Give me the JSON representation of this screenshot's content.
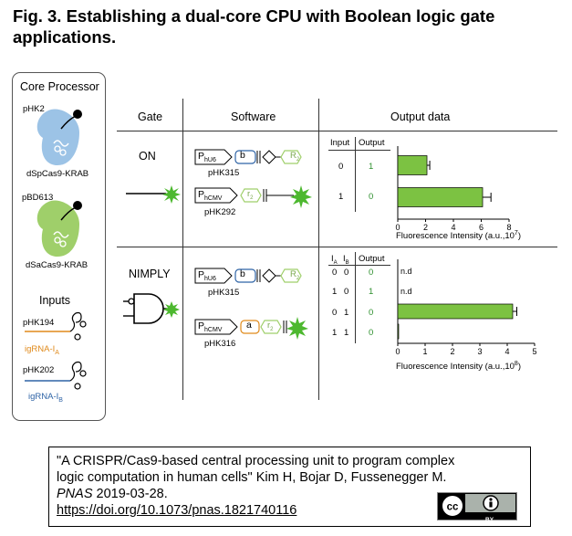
{
  "figure": {
    "title": "Fig. 3. Establishing a dual-core CPU with Boolean logic gate applications."
  },
  "core_processor": {
    "heading": "Core Processor",
    "plasmid_1": "pHK2",
    "protein_1": "dSpCas9-KRAB",
    "plasmid_2": "pBD613",
    "protein_2": "dSaCas9-KRAB",
    "inputs_heading": "Inputs",
    "input_1_plasmid": "pHK194",
    "input_1_label": "igRNA-I",
    "input_1_sub": "A",
    "input_2_plasmid": "pHK202",
    "input_2_label": "igRNA-I",
    "input_2_sub": "B"
  },
  "headers": {
    "gate": "Gate",
    "software": "Software",
    "output": "Output data"
  },
  "on_section": {
    "gate_label": "ON",
    "construct_1": {
      "promoter": "P",
      "promoter_sub": "hU6",
      "box": "b",
      "end": "R",
      "end_sub": "2",
      "plasmid": "pHK315"
    },
    "construct_2": {
      "promoter": "P",
      "promoter_sub": "hCMV",
      "box": "r",
      "box_sub": "2",
      "plasmid": "pHK292"
    },
    "table_headers": [
      "Input",
      "Output"
    ],
    "rows": [
      {
        "input": "0",
        "output": "1"
      },
      {
        "input": "1",
        "output": "0"
      }
    ],
    "axis_label": "Fluorescence Intensity (a.u.,10",
    "axis_exp": "7",
    "axis_close": ")"
  },
  "nimply_section": {
    "gate_label": "NIMPLY",
    "construct_1": {
      "promoter": "P",
      "promoter_sub": "hU6",
      "box": "b",
      "end": "R",
      "end_sub": "2",
      "plasmid": "pHK315"
    },
    "construct_2": {
      "promoter": "P",
      "promoter_sub": "hCMV",
      "box": "a",
      "box2": "r",
      "box2_sub": "2",
      "plasmid": "pHK316"
    },
    "table_headers": [
      "I",
      "I",
      "Output"
    ],
    "table_header_subs": [
      "A",
      "B"
    ],
    "rows": [
      {
        "ia": "0",
        "ib": "0",
        "output": "0",
        "note": "n.d"
      },
      {
        "ia": "1",
        "ib": "0",
        "output": "1",
        "note": "n.d"
      },
      {
        "ia": "0",
        "ib": "1",
        "output": "0",
        "note": ""
      },
      {
        "ia": "1",
        "ib": "1",
        "output": "0",
        "note": ""
      }
    ],
    "axis_label": "Fluorescence Intensity (a.u.,10",
    "axis_exp": "8",
    "axis_close": ")"
  },
  "chart_data": [
    {
      "type": "bar",
      "orientation": "horizontal",
      "categories": [
        "Input 0",
        "Input 1"
      ],
      "values": [
        2.1,
        6.1
      ],
      "errors": [
        0.2,
        0.6
      ],
      "xlim": [
        0,
        8
      ],
      "xticks": [
        "0",
        "2",
        "4",
        "6",
        "8"
      ],
      "xlabel": "Fluorescence Intensity (a.u.,10^7)",
      "bar_color": "#7cc242"
    },
    {
      "type": "bar",
      "orientation": "horizontal",
      "categories": [
        "0 0",
        "1 0",
        "0 1",
        "1 1"
      ],
      "values": [
        0,
        0,
        4.2,
        0.02
      ],
      "errors": [
        0,
        0,
        0.15,
        0
      ],
      "labels": [
        "n.d",
        "n.d",
        "",
        ""
      ],
      "xlim": [
        0,
        5
      ],
      "xticks": [
        "0",
        "1",
        "2",
        "3",
        "4",
        "5"
      ],
      "xlabel": "Fluorescence Intensity (a.u.,10^8)",
      "bar_color": "#7cc242"
    }
  ],
  "citation": {
    "line_1": "\"A CRISPR/Cas9-based central processing unit to program complex",
    "line_2": "logic computation in human cells\" Kim H, Bojar D, Fussenegger M.",
    "journal": "PNAS",
    "date": " 2019-03-28.",
    "doi": "https://doi.org/10.1073/pnas.1821740116",
    "license_badge": "BY"
  },
  "colors": {
    "dspcas9": "#9cc3e6",
    "dsacas9": "#9fcf6a",
    "bar": "#7cc242",
    "glow": "#4db82f",
    "orange": "#e08a1b",
    "blue": "#2f64a6",
    "output_green": "#2d8f2d"
  }
}
